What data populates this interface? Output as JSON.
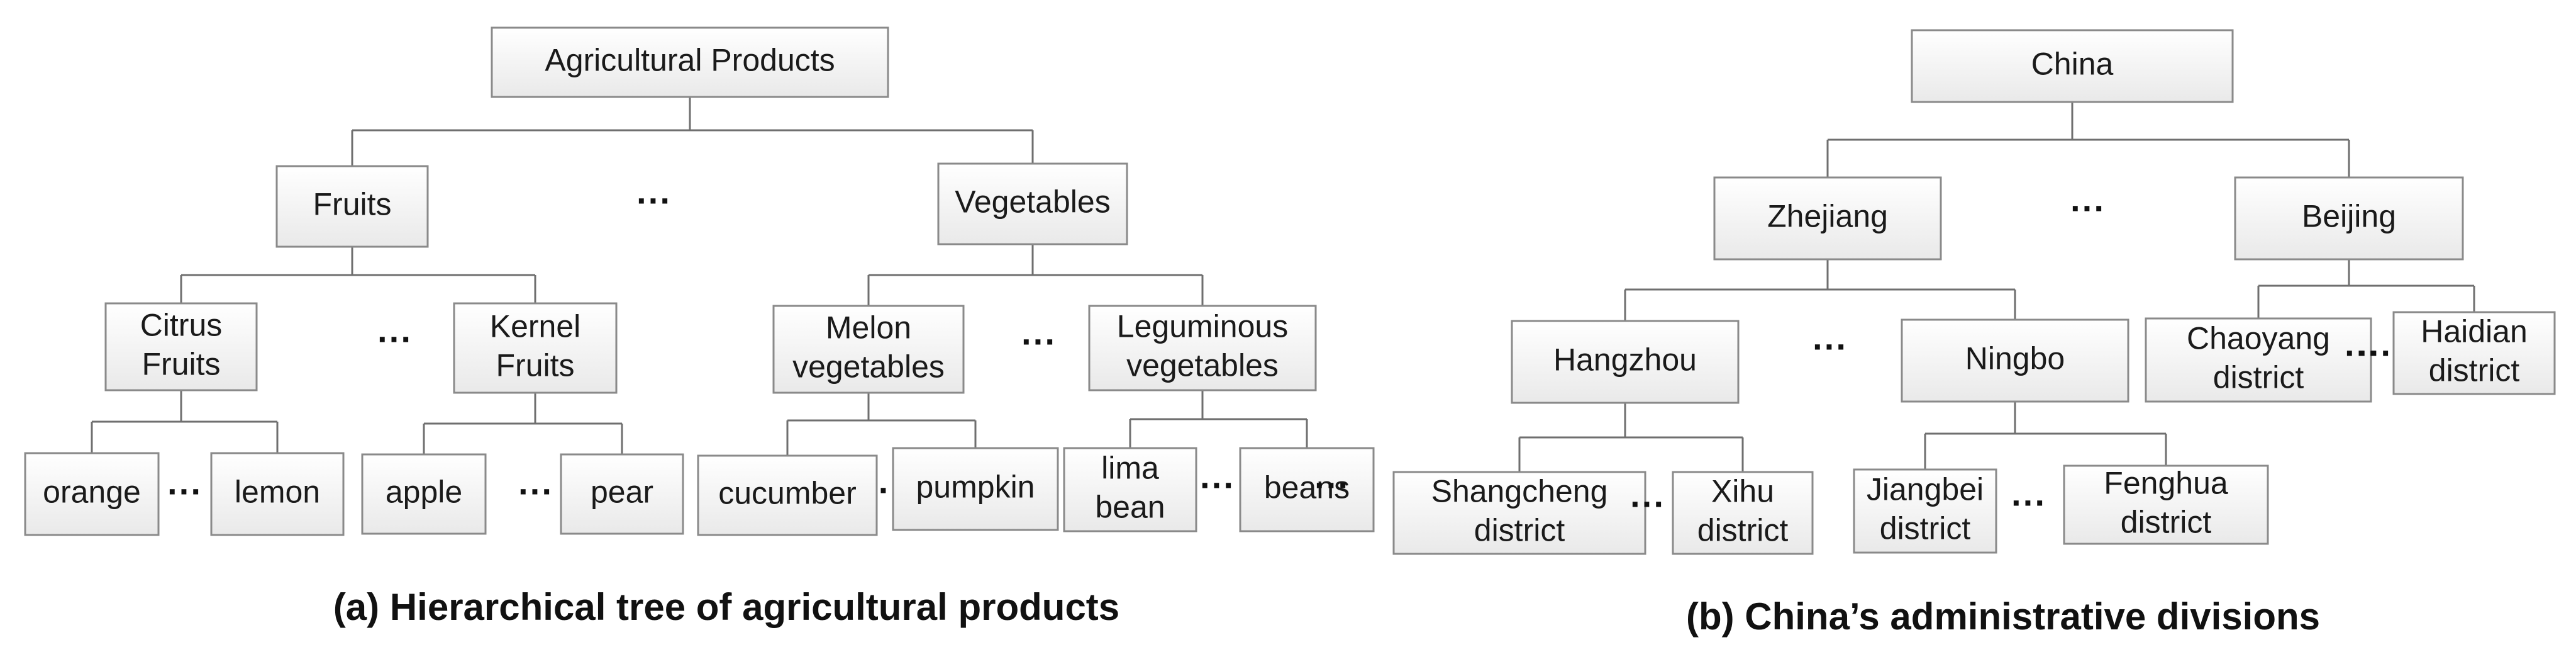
{
  "diagrams": [
    {
      "id": "a",
      "caption": "(a) Hierarchical tree of agricultural products",
      "nodes": [
        {
          "id": "ap",
          "lines": [
            "Agricultural Products"
          ]
        },
        {
          "id": "fruits",
          "lines": [
            "Fruits"
          ]
        },
        {
          "id": "vegetables",
          "lines": [
            "Vegetables"
          ]
        },
        {
          "id": "citrus",
          "lines": [
            "Citrus",
            "Fruits"
          ]
        },
        {
          "id": "kernel",
          "lines": [
            "Kernel",
            "Fruits"
          ]
        },
        {
          "id": "melon",
          "lines": [
            "Melon",
            "vegetables"
          ]
        },
        {
          "id": "legum",
          "lines": [
            "Leguminous",
            "vegetables"
          ]
        },
        {
          "id": "orange",
          "lines": [
            "orange"
          ]
        },
        {
          "id": "lemon",
          "lines": [
            "lemon"
          ]
        },
        {
          "id": "apple",
          "lines": [
            "apple"
          ]
        },
        {
          "id": "pear",
          "lines": [
            "pear"
          ]
        },
        {
          "id": "cucumber",
          "lines": [
            "cucumber"
          ]
        },
        {
          "id": "pumpkin",
          "lines": [
            "pumpkin"
          ]
        },
        {
          "id": "lima",
          "lines": [
            "lima",
            "bean"
          ]
        },
        {
          "id": "beans",
          "lines": [
            "beans"
          ]
        }
      ],
      "edges": [
        {
          "parent": "ap",
          "children": [
            "fruits",
            "vegetables"
          ]
        },
        {
          "parent": "fruits",
          "children": [
            "citrus",
            "kernel"
          ]
        },
        {
          "parent": "vegetables",
          "children": [
            "melon",
            "legum"
          ]
        },
        {
          "parent": "citrus",
          "children": [
            "orange",
            "lemon"
          ]
        },
        {
          "parent": "kernel",
          "children": [
            "apple",
            "pear"
          ]
        },
        {
          "parent": "melon",
          "children": [
            "cucumber",
            "pumpkin"
          ]
        },
        {
          "parent": "legum",
          "children": [
            "lima",
            "beans"
          ]
        }
      ],
      "ellipses": [
        "···",
        "···",
        "···",
        "···",
        "···",
        "···",
        "·",
        "···"
      ]
    },
    {
      "id": "b",
      "caption": "(b) China’s administrative divisions",
      "nodes": [
        {
          "id": "china",
          "lines": [
            "China"
          ]
        },
        {
          "id": "zhejiang",
          "lines": [
            "Zhejiang"
          ]
        },
        {
          "id": "beijing",
          "lines": [
            "Beijing"
          ]
        },
        {
          "id": "hangzhou",
          "lines": [
            "Hangzhou"
          ]
        },
        {
          "id": "ningbo",
          "lines": [
            "Ningbo"
          ]
        },
        {
          "id": "chaoyang",
          "lines": [
            "Chaoyang",
            "district"
          ]
        },
        {
          "id": "haidian",
          "lines": [
            "Haidian",
            "district"
          ]
        },
        {
          "id": "shangcheng",
          "lines": [
            "Shangcheng",
            "district"
          ]
        },
        {
          "id": "xihu",
          "lines": [
            "Xihu",
            "district"
          ]
        },
        {
          "id": "jiangbei",
          "lines": [
            "Jiangbei",
            "district"
          ]
        },
        {
          "id": "fenghua",
          "lines": [
            "Fenghua",
            "district"
          ]
        }
      ],
      "edges": [
        {
          "parent": "china",
          "children": [
            "zhejiang",
            "beijing"
          ]
        },
        {
          "parent": "zhejiang",
          "children": [
            "hangzhou",
            "ningbo"
          ]
        },
        {
          "parent": "beijing",
          "children": [
            "chaoyang",
            "haidian"
          ]
        },
        {
          "parent": "hangzhou",
          "children": [
            "shangcheng",
            "xihu"
          ]
        },
        {
          "parent": "ningbo",
          "children": [
            "jiangbei",
            "fenghua"
          ]
        }
      ],
      "ellipses": [
        "···",
        "···",
        "···",
        "···",
        "···",
        "···"
      ]
    }
  ]
}
